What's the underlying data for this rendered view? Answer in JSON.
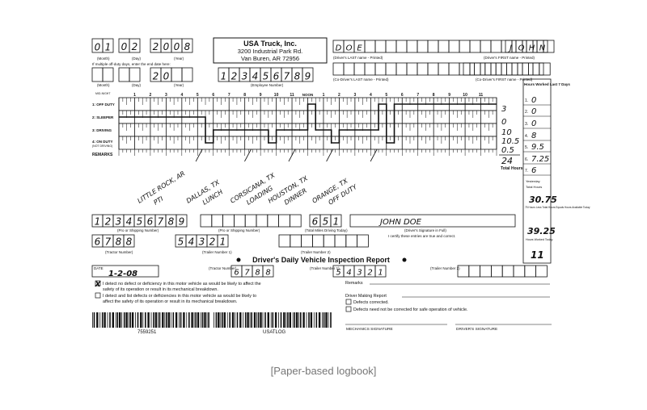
{
  "company": {
    "name": "USA Truck, Inc.",
    "address1": "3200 Industrial Park Rd.",
    "address2": "Van Buren, AR 72956"
  },
  "date": {
    "digits": [
      "0",
      "1",
      "0",
      "2",
      "2",
      "0",
      "0",
      "8"
    ],
    "month_label": "(Month)",
    "day_label": "(Day)",
    "year_label": "(Year)",
    "note": "If multiple off-duty days, enter the end date here:",
    "end_year_digits": [
      "2",
      "0"
    ]
  },
  "employee": {
    "digits": [
      "1",
      "2",
      "3",
      "4",
      "5",
      "6",
      "7",
      "8",
      "9"
    ],
    "label": "(Employee Number)"
  },
  "driver": {
    "last_chars": [
      "D",
      "O",
      "E"
    ],
    "first_chars": [
      "J",
      "O",
      "H",
      "N"
    ],
    "last_label": "(Driver's LAST name - Printed)",
    "first_label": "(Driver's FIRST name - Printed)",
    "co_last_label": "(Co-Driver's LAST name - Printed)",
    "co_first_label": "(Co-Driver's FIRST name - Printed)"
  },
  "grid": {
    "mid_label": "MID-NIGHT",
    "noon_label": "NOON",
    "hour_labels": [
      "1",
      "2",
      "3",
      "4",
      "5",
      "6",
      "7",
      "8",
      "9",
      "10",
      "11",
      "NOON",
      "1",
      "2",
      "3",
      "4",
      "5",
      "6",
      "7",
      "8",
      "9",
      "10",
      "11"
    ],
    "rows": [
      "1: OFF DUTY",
      "2: SLEEPER",
      "3: DRIVING",
      "4: ON DUTY"
    ],
    "row4_sub": "(NOT DRIVING)",
    "remarks_label": "REMARKS",
    "row_totals": [
      "3",
      "0",
      "10",
      "10.5",
      "0.5"
    ],
    "total": "24",
    "total_label": "Total Hours"
  },
  "remarks_entries": [
    {
      "place": "LITTLE ROCK, AR",
      "note": "PTI"
    },
    {
      "place": "DALLAS, TX",
      "note": "LUNCH"
    },
    {
      "place": "CORSICANA, TX",
      "note": "LOADING"
    },
    {
      "place": "HOUSTON, TX",
      "note": "DINNER"
    },
    {
      "place": "ORANGE, TX",
      "note": "OFF DUTY"
    }
  ],
  "recap": {
    "header": "Hours Worked Last 7 Days",
    "rows": [
      {
        "n": "1.",
        "v": "0"
      },
      {
        "n": "2.",
        "v": "0"
      },
      {
        "n": "3.",
        "v": "0"
      },
      {
        "n": "4.",
        "v": "8"
      },
      {
        "n": "5.",
        "v": "9.5"
      },
      {
        "n": "6.",
        "v": "7.25"
      },
      {
        "n": "7.",
        "v": "6"
      }
    ],
    "yesterday_label": "Yesterday",
    "total_hours_label": "Total Hours",
    "total_hours": "30.75",
    "available_label": "75 Hours Less Total Hours Equals Hours Available Today",
    "available": "39.25",
    "worked_today_label": "Hours Worked Today",
    "worked_today": "11"
  },
  "shipping": {
    "digits": [
      "1",
      "2",
      "3",
      "4",
      "5",
      "6",
      "7",
      "8",
      "9"
    ],
    "label1": "(Pro or Shipping Number)",
    "label2": "(Pro or Shipping Number)",
    "miles_digits": [
      "6",
      "5",
      "1"
    ],
    "miles_label": "(Total Miles Driving Today)",
    "signature": "JOHN DOE",
    "signature_label": "(Driver's Signature in Full)",
    "certify": "I certify these entries are true and correct."
  },
  "tractor": {
    "digits": [
      "6",
      "7",
      "8",
      "8"
    ],
    "label": "(Tractor Number)",
    "trailer1_digits": [
      "5",
      "4",
      "3",
      "2",
      "1"
    ],
    "trailer1_label": "(Trailer Number 1)",
    "trailer2_label": "(Trailer Number 2)"
  },
  "inspection": {
    "title": "Driver's Daily Vehicle Inspection Report",
    "date_label": "DATE",
    "date": "1-2-08",
    "tractor_label": "(Tractor Number)",
    "tractor_digits": [
      "6",
      "7",
      "8",
      "8"
    ],
    "trailer1_label": "(Trailer Number 1)",
    "trailer1_digits": [
      "5",
      "4",
      "3",
      "2",
      "1"
    ],
    "trailer2_label": "(Trailer Number 2)",
    "check1": "I detect no defect or deficiency in this motor vehicle as would be likely to affect the safety of its operation or result in its mechanical breakdown.",
    "check1_line1": "I detect no defect or deficiency in this motor vehicle as would be likely to affect the",
    "check1_line2": "safety of its operation or result in its mechanical breakdown.",
    "check2_line1": "I detect and list defects or deficiencies in this motor vehicle as would be likely to",
    "check2_line2": "affect the safety of its operation or result in its mechanical breakdown.",
    "check1_mark": "X",
    "remarks_label": "Remarks",
    "making_report_label": "Driver Making Report",
    "defects_corrected": "Defects corrected.",
    "defects_not_needed": "Defects need not be corrected for safe operation of vehicle.",
    "mechanic_sig": "MECHANICS SIGNATURE",
    "driver_sig": "DRIVER'S SIGNATURE"
  },
  "barcodes": {
    "left": "7559251",
    "right": "USATLOG"
  },
  "caption": "[Paper-based logbook]"
}
